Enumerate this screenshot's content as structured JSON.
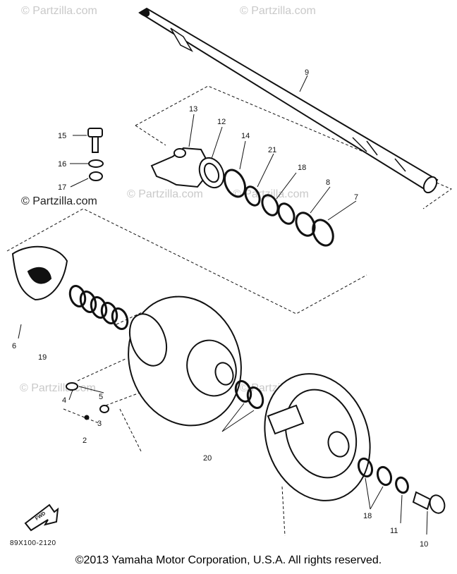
{
  "watermarks": {
    "faint_1": "© Partzilla.com",
    "faint_2": "© Partzilla.com",
    "faint_3": "© Partzilla.com",
    "faint_4": "© Partzilla.com",
    "faint_5": "© Partzilla.com",
    "faint_6": "© Partzilla.com",
    "strong": "© Partzilla.com"
  },
  "callouts": {
    "p2": "2",
    "p3": "3",
    "p4": "4",
    "p5": "5",
    "p6": "6",
    "p7": "7",
    "p8": "8",
    "p9": "9",
    "p10": "10",
    "p11": "11",
    "p12": "12",
    "p13": "13",
    "p14": "14",
    "p15": "15",
    "p16": "16",
    "p17": "17",
    "p18a": "18",
    "p18b": "18",
    "p19": "19",
    "p20": "20",
    "p21": "21"
  },
  "front_arrow_label": "FWD",
  "diagram_code": "89X100-2120",
  "copyright": "©2013  Yamaha Motor Corporation, U.S.A. All rights reserved."
}
